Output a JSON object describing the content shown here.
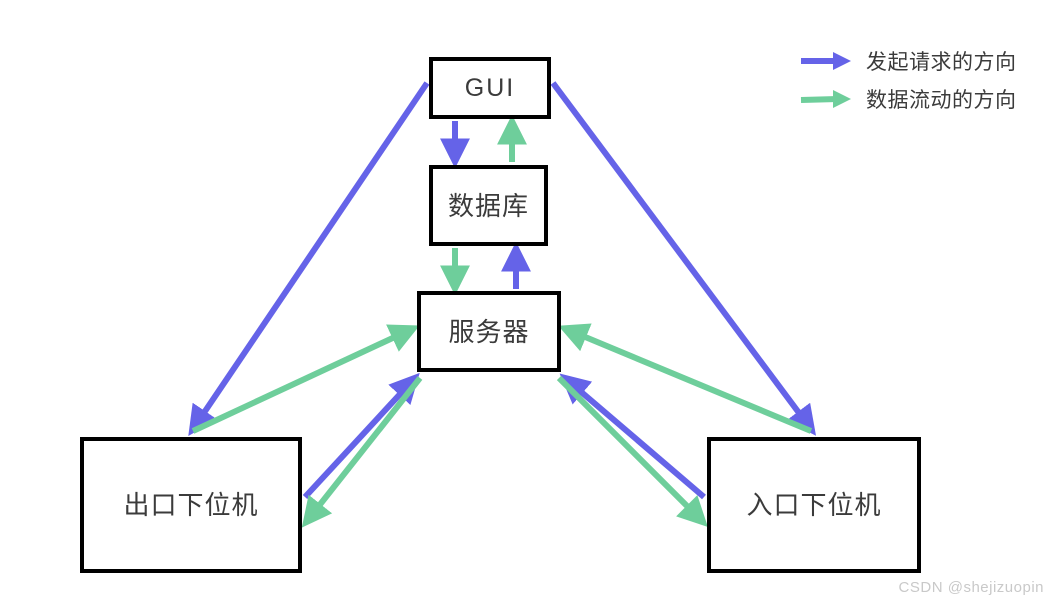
{
  "diagram": {
    "type": "flow-architecture-diagram",
    "colors": {
      "request_arrow": "#6563E8",
      "data_arrow": "#6ECE9B",
      "box_border": "#000000",
      "box_fill": "#FFFFFF",
      "text": "#3B3B3B",
      "watermark": "#C9C9C9",
      "background": "#FFFFFF"
    },
    "nodes": [
      {
        "id": "gui",
        "label": "GUI"
      },
      {
        "id": "database",
        "label": "数据库"
      },
      {
        "id": "server",
        "label": "服务器"
      },
      {
        "id": "exit_terminal",
        "label": "出口下位机"
      },
      {
        "id": "entry_terminal",
        "label": "入口下位机"
      }
    ],
    "edges": [
      {
        "from": "gui",
        "to": "database",
        "kind": "request"
      },
      {
        "from": "database",
        "to": "gui",
        "kind": "data"
      },
      {
        "from": "server",
        "to": "database",
        "kind": "request"
      },
      {
        "from": "database",
        "to": "server",
        "kind": "data"
      },
      {
        "from": "gui",
        "to": "exit_terminal",
        "kind": "request"
      },
      {
        "from": "gui",
        "to": "entry_terminal",
        "kind": "request"
      },
      {
        "from": "exit_terminal",
        "to": "server",
        "kind": "request"
      },
      {
        "from": "entry_terminal",
        "to": "server",
        "kind": "request"
      },
      {
        "from": "exit_terminal",
        "to": "server",
        "kind": "data"
      },
      {
        "from": "entry_terminal",
        "to": "server",
        "kind": "data"
      },
      {
        "from": "server",
        "to": "exit_terminal",
        "kind": "data"
      },
      {
        "from": "server",
        "to": "entry_terminal",
        "kind": "data"
      }
    ]
  },
  "legend": {
    "items": [
      {
        "key": "request",
        "label": "发起请求的方向",
        "color": "#6563E8"
      },
      {
        "key": "data",
        "label": "数据流动的方向",
        "color": "#6ECE9B"
      }
    ]
  },
  "watermark": {
    "text": "CSDN @shejizuopin"
  }
}
